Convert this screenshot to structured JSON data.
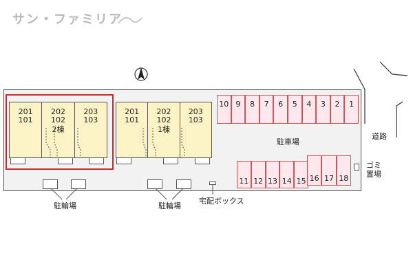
{
  "brand": "サン・ファミリア",
  "buildings": [
    {
      "tag": "2棟",
      "units": [
        {
          "upper": "201",
          "lower": "101"
        },
        {
          "upper": "202",
          "lower": "102"
        },
        {
          "upper": "203",
          "lower": "103"
        }
      ]
    },
    {
      "tag": "1棟",
      "units": [
        {
          "upper": "201",
          "lower": "101"
        },
        {
          "upper": "202",
          "lower": "102"
        },
        {
          "upper": "203",
          "lower": "103"
        }
      ]
    }
  ],
  "parking_top": [
    "10",
    "9",
    "8",
    "7",
    "6",
    "5",
    "4",
    "3",
    "2",
    "1"
  ],
  "parking_bottom": [
    "11",
    "12",
    "13",
    "14",
    "15",
    "16",
    "17",
    "18"
  ],
  "labels": {
    "parking_lot": "駐車場",
    "road": "道路",
    "garbage": "ゴミ\n置場",
    "bicycle_1": "駐輪場",
    "bicycle_2": "駐輪場",
    "delivery_box": "宅配ボックス",
    "north": "N"
  },
  "colors": {
    "highlight": "#cc2a2a",
    "building_fill": "#fbf3c5",
    "parking_fill": "#fde8ee"
  }
}
